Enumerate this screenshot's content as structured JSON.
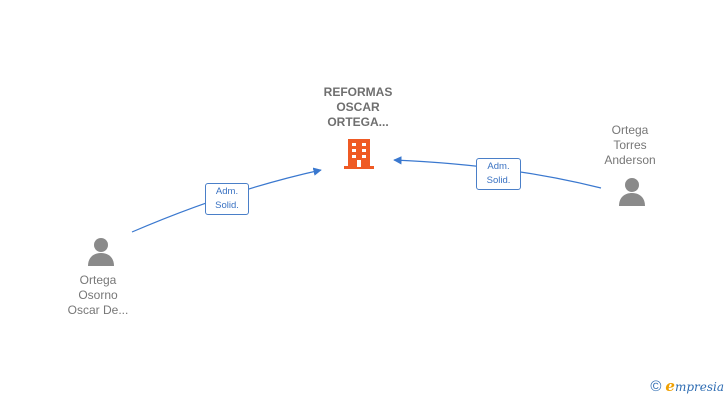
{
  "company": {
    "name_lines": [
      "REFORMAS",
      "OSCAR",
      "ORTEGA..."
    ],
    "icon": "building-icon",
    "icon_color": "#ef5a24"
  },
  "people": [
    {
      "name_lines": [
        "Ortega",
        "Osorno",
        "Oscar De..."
      ],
      "icon": "person-icon"
    },
    {
      "name_lines": [
        "Ortega",
        "Torres",
        "Anderson"
      ],
      "icon": "person-icon"
    }
  ],
  "edges": [
    {
      "from": "Ortega Osorno Oscar De...",
      "to": "REFORMAS OSCAR ORTEGA...",
      "label_lines": [
        "Adm.",
        "Solid."
      ]
    },
    {
      "from": "Ortega Torres Anderson",
      "to": "REFORMAS OSCAR ORTEGA...",
      "label_lines": [
        "Adm.",
        "Solid."
      ]
    }
  ],
  "footer": {
    "copyright_symbol": "©",
    "brand_first_letter": "e",
    "brand_rest": "mpresia"
  },
  "colors": {
    "edge": "#3a78cf",
    "person": "#8a8a8a",
    "text": "#777777"
  }
}
